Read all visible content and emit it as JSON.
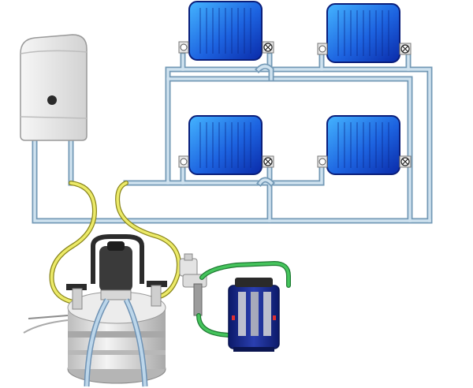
{
  "diagram": {
    "components": [
      {
        "id": "boiler",
        "kind": "wall-mounted-boiler"
      },
      {
        "id": "radiator-top-left",
        "kind": "radiator"
      },
      {
        "id": "radiator-top-right",
        "kind": "radiator"
      },
      {
        "id": "radiator-bottom-left",
        "kind": "radiator"
      },
      {
        "id": "radiator-bottom-right",
        "kind": "radiator"
      },
      {
        "id": "flushing-pump",
        "kind": "power-flush-pump"
      },
      {
        "id": "filter-unit",
        "kind": "magnetic-filter"
      }
    ],
    "colors": {
      "pipe": "#9fc0d8",
      "pipe_outline": "#7399b6",
      "radiator_light": "#3aa3ff",
      "radiator_dark": "#0a2aa8",
      "hose_yellow": "#e8e05a",
      "hose_green": "#3dbb55",
      "boiler_body": "#eaeaea",
      "pump_body": "#dcdcdc",
      "filter_body": "#16288a"
    }
  }
}
